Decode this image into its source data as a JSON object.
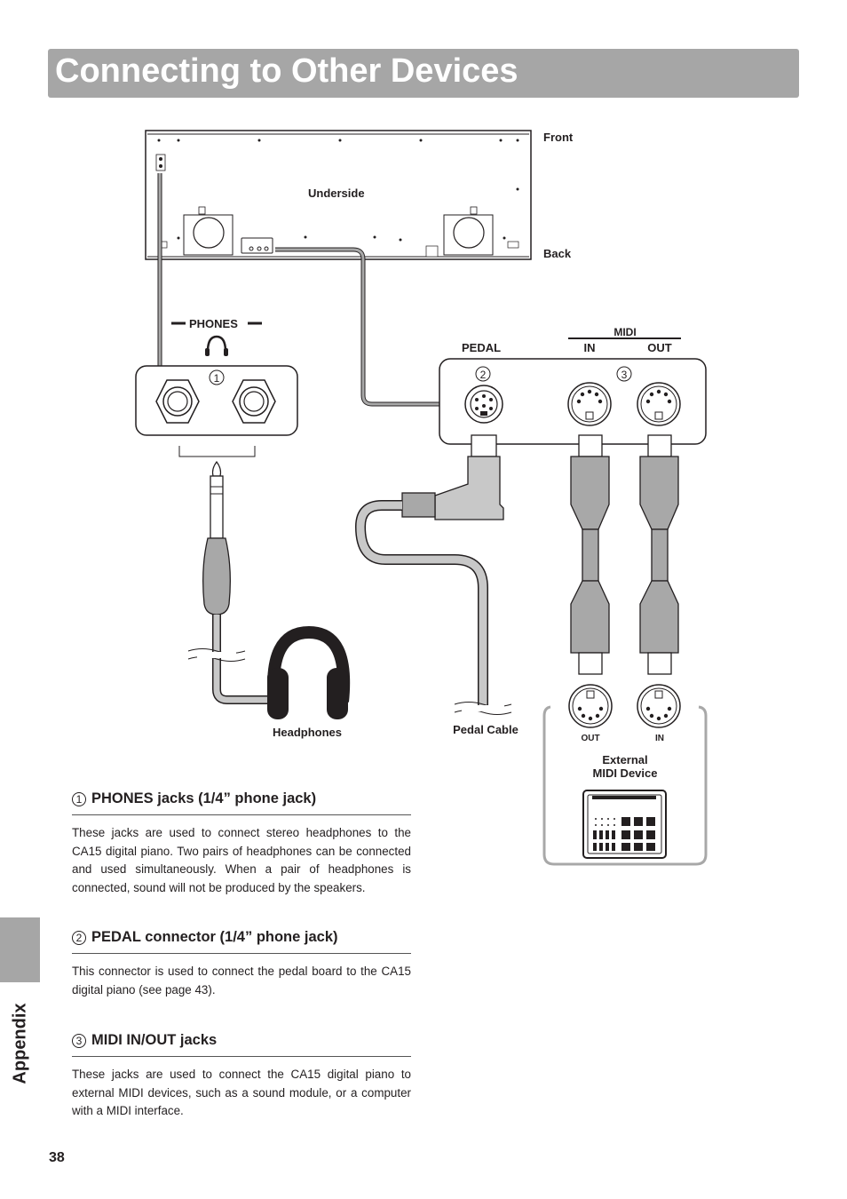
{
  "page": {
    "title": "Connecting to Other Devices",
    "side_tab": "Appendix",
    "page_number": "38"
  },
  "diagram": {
    "front": "Front",
    "back": "Back",
    "underside": "Underside",
    "phones": "PHONES",
    "pedal": "PEDAL",
    "midi": "MIDI",
    "midi_in": "IN",
    "midi_out": "OUT",
    "marker1": "1",
    "marker2": "2",
    "marker3": "3",
    "headphones": "Headphones",
    "pedal_cable": "Pedal Cable",
    "device_out": "OUT",
    "device_in": "IN",
    "external_line1": "External",
    "external_line2": "MIDI Device"
  },
  "sections": [
    {
      "number": "1",
      "heading": "PHONES jacks (1/4” phone jack)",
      "body": "These jacks are used to connect stereo headphones to the CA15 digital piano. Two pairs of headphones can be connected and used simultaneously.  When a pair of headphones is connected, sound will not be produced by the speakers."
    },
    {
      "number": "2",
      "heading": "PEDAL connector (1/4” phone jack)",
      "body": "This connector is used to connect the pedal board to the CA15 digital piano (see page 43)."
    },
    {
      "number": "3",
      "heading": "MIDI IN/OUT jacks",
      "body": "These jacks are used to connect the CA15 digital piano to external MIDI devices, such as a sound module, or a computer with a MIDI interface."
    }
  ],
  "colors": {
    "title_bar": "#a6a6a6",
    "cable": "#a8a8a8",
    "plug": "#c8c8c8",
    "ink": "#231f20"
  }
}
